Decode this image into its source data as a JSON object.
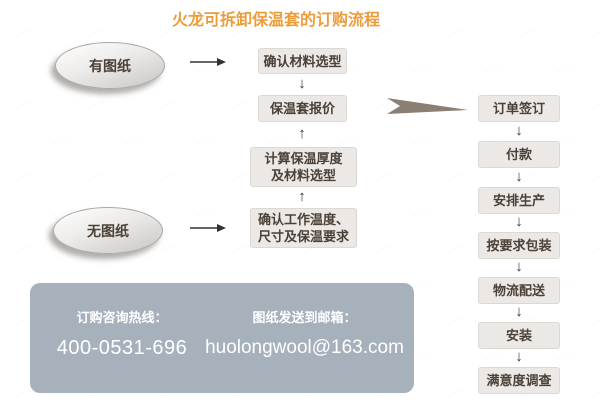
{
  "title": {
    "text": "火龙可拆卸保温套的订购流程"
  },
  "flow": {
    "start_nodes": [
      {
        "label": "有图纸"
      },
      {
        "label": "无图纸"
      }
    ],
    "middle_steps": [
      {
        "line1": "确认材料选型"
      },
      {
        "line1": "保温套报价"
      },
      {
        "line1": "计算保温厚度",
        "line2": "及材料选型"
      },
      {
        "line1": "确认工作温度、",
        "line2": "尺寸及保温要求"
      }
    ],
    "right_steps": [
      "订单签订",
      "付款",
      "安排生产",
      "按要求包装",
      "物流配送",
      "安装",
      "满意度调查"
    ]
  },
  "contact": {
    "hotline_label": "订购咨询热线：",
    "hotline_number": "400-0531-696",
    "email_label": "图纸发送到邮箱：",
    "email": "huolongwool@163.com"
  },
  "icons": {
    "down_arrow": "↓",
    "up_arrow": "↑"
  },
  "watermark": {
    "glyphs": "~~ —"
  },
  "colors": {
    "title": "#ED9C3A",
    "box_bg": "#EBE8E6",
    "box_border": "#DCD8D4",
    "box_text": "#4B4138",
    "contact_bg": "#A7B1BC",
    "contact_text": "#FFFFFF",
    "big_arrow": "#8B7E73",
    "arrow": "#333333",
    "ellipse_border": "#A9A6A3"
  }
}
